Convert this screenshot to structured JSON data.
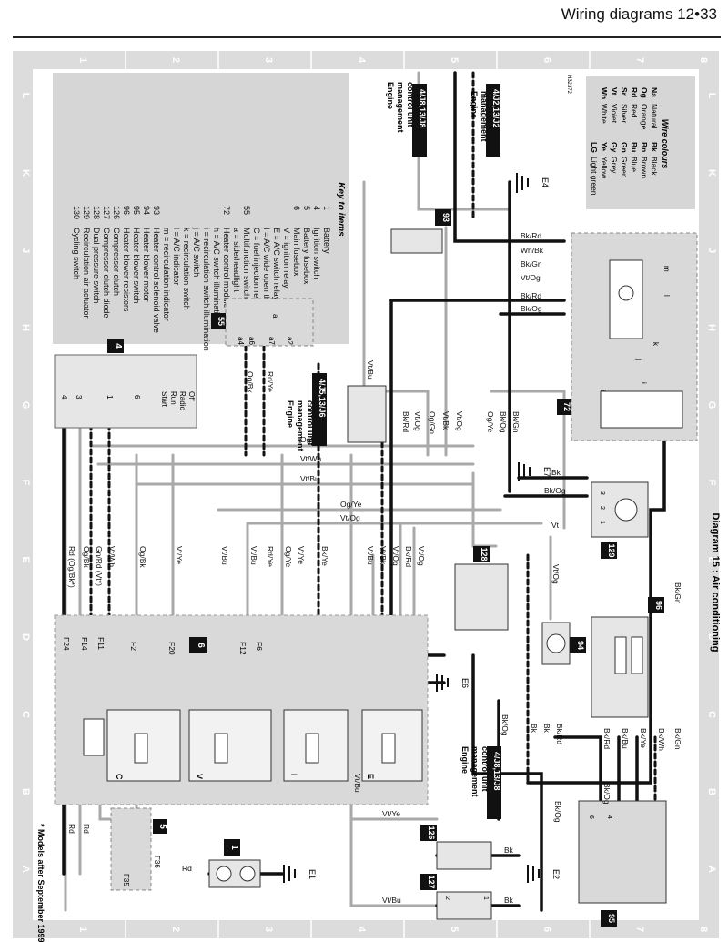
{
  "header": {
    "title": "Wiring diagrams  12•33"
  },
  "footnote": "*  Models after September 1999",
  "diagram_caption": "Diagram 15 : Air conditioning",
  "ref_code": "H32372",
  "grid": {
    "columns": [
      "1",
      "2",
      "3",
      "4",
      "5",
      "6",
      "7",
      "8"
    ],
    "rows": [
      "A",
      "B",
      "C",
      "D",
      "E",
      "F",
      "G",
      "H",
      "J",
      "K",
      "L"
    ]
  },
  "key": {
    "title": "Key to items",
    "items": [
      {
        "num": "1",
        "text": "Battery"
      },
      {
        "num": "4",
        "text": "Ignition switch"
      },
      {
        "num": "5",
        "text": "Battery fusebox"
      },
      {
        "num": "6",
        "text": "Main fusebox"
      },
      {
        "num": "",
        "text": "C = fuel injection relay"
      },
      {
        "num": "",
        "text": "V = ignition relay"
      },
      {
        "num": "",
        "text": "E = A/C switch relay"
      },
      {
        "num": "",
        "text": "I = A/C wide open throttle relay"
      },
      {
        "num": "55",
        "text": "Multifunction switch"
      },
      {
        "num": "",
        "text": "a = side/headlight"
      },
      {
        "num": "72",
        "text": "Heater control module"
      },
      {
        "num": "",
        "text": "h = A/C switch illumination"
      },
      {
        "num": "",
        "text": "i = recirculation switch illumination"
      },
      {
        "num": "",
        "text": "j = A/C switch"
      },
      {
        "num": "",
        "text": "k = recirculation switch"
      },
      {
        "num": "",
        "text": "l = A/C indicator"
      },
      {
        "num": "",
        "text": "m = recirculation indicator"
      },
      {
        "num": "93",
        "text": "Heater control solenoid valve"
      },
      {
        "num": "94",
        "text": "Heater blower motor"
      },
      {
        "num": "95",
        "text": "Heater blower switch"
      },
      {
        "num": "96",
        "text": "Heater blower resistors"
      },
      {
        "num": "126",
        "text": "Compressor clutch"
      },
      {
        "num": "127",
        "text": "Compressor clutch diode"
      },
      {
        "num": "128",
        "text": "Dual pressure switch"
      },
      {
        "num": "129",
        "text": "Recirculation air actuator"
      },
      {
        "num": "130",
        "text": "Cycling switch"
      }
    ]
  },
  "wire_colours": {
    "title": "Wire colours",
    "items": [
      {
        "code": "Bk",
        "name": "Black"
      },
      {
        "code": "Na",
        "name": "Natural"
      },
      {
        "code": "Bn",
        "name": "Brown"
      },
      {
        "code": "Og",
        "name": "Orange"
      },
      {
        "code": "Bu",
        "name": "Blue"
      },
      {
        "code": "Rd",
        "name": "Red"
      },
      {
        "code": "Gn",
        "name": "Green"
      },
      {
        "code": "Sr",
        "name": "Silver"
      },
      {
        "code": "Gy",
        "name": "Grey"
      },
      {
        "code": "Vt",
        "name": "Violet"
      },
      {
        "code": "Ye",
        "name": "Yellow"
      },
      {
        "code": "Wh",
        "name": "White"
      },
      {
        "code": "LG",
        "name": "Light green"
      }
    ]
  },
  "components": {
    "c1": "1",
    "c4": "4",
    "c5": "5",
    "c6": "6",
    "c55": "55",
    "c72": "72",
    "c93": "93",
    "c94": "94",
    "c95": "95",
    "c96": "96",
    "c126": "126",
    "c127": "127",
    "c128": "128",
    "c129": "129"
  },
  "ecu": {
    "e1_l1": "Engine",
    "e1_l2": "management",
    "e1_l3": "control unit",
    "e1_ref": "4/J8,13/J8",
    "e2_l1": "Engine",
    "e2_l2": "management",
    "e2_ref": "4/J2,13/J2",
    "e3_l1": "Engine",
    "e3_l2": "management",
    "e3_l3": "control unit",
    "e3_ref": "4/J5,13/J6",
    "e4_l1": "Engine",
    "e4_l2": "management",
    "e4_l3": "control unit",
    "e4_ref": "4/J8,13/J8"
  },
  "earths": {
    "e1": "E1",
    "e2": "E2",
    "e4": "E4",
    "e6": "E6",
    "e7": "E7"
  },
  "fuses": {
    "f24": "F24",
    "f14": "F14",
    "f11": "F11",
    "f2": "F2",
    "f20": "F20",
    "f12": "F12",
    "f6": "F6",
    "f35": "F35",
    "f36": "F36"
  },
  "relays": {
    "c": "C",
    "v": "V",
    "i": "I",
    "e": "E"
  },
  "switch4": {
    "start": "Start",
    "run": "Run",
    "radio": "Radio",
    "off": "Off",
    "t4": "4",
    "t3": "3",
    "t1": "1",
    "t6": "6"
  },
  "sw55": {
    "a4": "a4",
    "a6": "a6",
    "a7": "a7",
    "a2": "a2",
    "a": "a"
  },
  "mod72": {
    "m": "m",
    "l": "l",
    "k": "k",
    "j": "j",
    "i": "i",
    "h": "h"
  },
  "pins": {
    "p1": "1",
    "p2": "2",
    "p3": "3",
    "p6": "6",
    "p4": "4",
    "pa": "1",
    "pb": "2"
  },
  "wires": {
    "rd_og_bk": "Rd (Og/Bk*)",
    "og_bk": "Og/Bk",
    "gn_rd": "Gn/Rd (Vt*)",
    "vt_wh": "Vt/Wh",
    "og_bk2": "Og/Bk",
    "vt_ye": "Vt/Ye",
    "vt_bu": "Vt/Bu",
    "vt_bu2": "Vt/Bu",
    "rd_ye": "Rd/Ye",
    "og_ye": "Og/Ye",
    "vt_ye2": "Vt/Ye",
    "bk_ye": "Bk/Ye",
    "vt_bu3": "Vt/Bu",
    "vt_bk": "Vt/Bk",
    "vt_og": "Vt/Og",
    "bk_rd": "Bk/Rd",
    "vt_og2": "Vt/Og",
    "og_gn": "Og/Gn",
    "vt_wh2": "Vt/Wh",
    "vt_bu4": "Vt/Bu",
    "og_ye2": "Og/Ye",
    "vt_og3": "Vt/Og",
    "og_bk3": "Og/Bk",
    "rd_ye2": "Rd/Ye",
    "g_bk_rd": "Bk/Rd",
    "g_vt_og": "Vt/Og",
    "g_og_gn": "Og/Gn",
    "g_vt_bk": "Vt/Bk",
    "g_vt_og2": "Vt/Og",
    "g_og_ye": "Og/Ye",
    "g_bk_og": "Bk/Og",
    "g_bk_gn": "Bk/Gn",
    "vt_bu5": "Vt/Bu",
    "j_bk_rd": "Bk/Rd",
    "j_wh_bk": "Wh/Bk",
    "j_bk_gn": "Bk/Gn",
    "j_vt_og": "Vt/Og",
    "j_bk_rd2": "Bk/Rd",
    "j_bk_og": "Bk/Og",
    "f_bk": "Bk",
    "f_bk_og": "Bk/Og",
    "f_vt": "Vt",
    "e_vt": "Vt",
    "e_vt_og": "Vt/Og",
    "rd": "Rd",
    "rd2": "Rd",
    "rd3": "Rd",
    "vt_bu_b": "Vt/Bu",
    "vt_ye_a": "Vt/Ye",
    "vt_bu_a": "Vt/Bu",
    "bk_og_c": "Bk/Og",
    "bk_c": "Bk",
    "bk_c2": "Bk",
    "bk_rd_c": "Bk/Rd",
    "bk_a": "Bk",
    "bk_a2": "Bk",
    "c8_bk_rd": "Bk/Rd",
    "c8_bk_bu": "Bk/Bu",
    "c8_bk_ye": "Bk/Ye",
    "c8_bk_wh": "Bk/Wh",
    "c8_bk_gn": "Bk/Gn",
    "b8_bk_og": "Bk/Og",
    "e8_bk_gn": "Bk/Gn",
    "ye_bk_og": "Bk/Og"
  }
}
